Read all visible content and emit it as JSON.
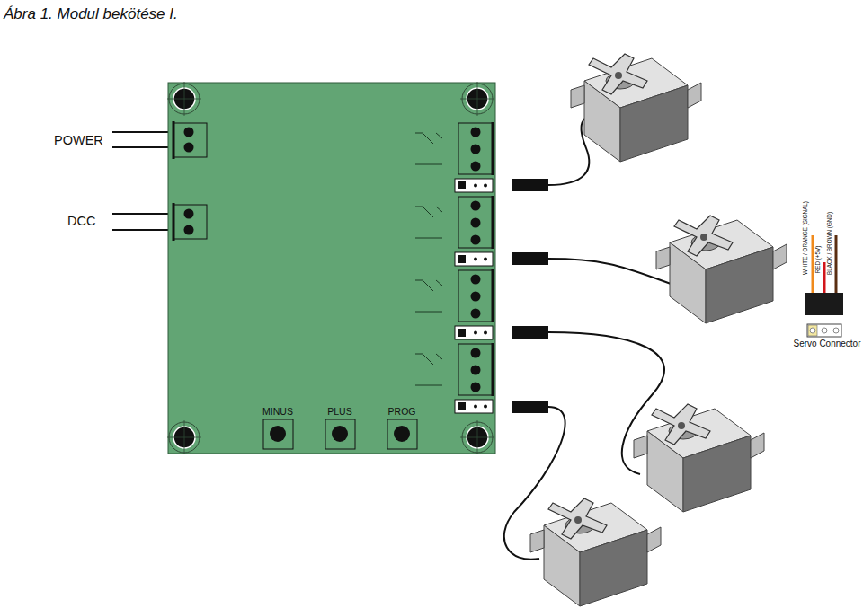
{
  "diagram": {
    "title": "Ábra 1. Modul bekötése I.",
    "labels": [
      "POWER",
      "DCC",
      "MINUS",
      "PLUS",
      "PROG",
      "WHITE / ORANGE (SIGNAL)",
      "RED (+5V)",
      "BLACK / BROWN (GND)",
      "Servo Connector"
    ]
  }
}
